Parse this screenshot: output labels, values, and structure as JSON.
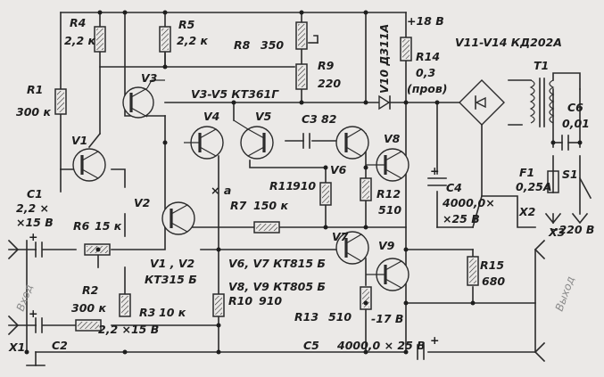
{
  "labels": {
    "r1": "R1",
    "r1_val": "300 к",
    "r4": "R4",
    "r4_val": "2,2 к",
    "r5": "R5",
    "r5_val": "2,2 к",
    "r8": "R8",
    "r8_val": "350",
    "r9": "R9",
    "r9_val": "220",
    "v3": "V3",
    "v3v5_type": "V3-V5  КТ361Г",
    "v4": "V4",
    "v5": "V5",
    "c3": "C3",
    "c3_val": "82",
    "v10": "V10 Д311А",
    "vplus": "+18 В",
    "r14": "R14",
    "r14_val": "0,3",
    "r14_note": "(пров)",
    "v11v14": "V11-V14  КД202А",
    "t1": "T1",
    "c6": "C6",
    "c6_val": "0,01",
    "v1": "V1",
    "v8": "V8",
    "v6": "V6",
    "r11": "R11",
    "r11_val": "910",
    "r12": "R12",
    "r12_val": "510",
    "c4": "C4",
    "c4_val1": "4000,0×",
    "c4_val2": "×25 В",
    "f1": "F1",
    "f1_val": "0,25А",
    "s1": "S1",
    "c1": "C1",
    "c1_val1": "2,2 ×",
    "c1_val2": "×15 В",
    "v2": "V2",
    "pt_a": "× а",
    "r7": "R7",
    "r7_val": "150 к",
    "r6": "R6",
    "r6_val": "15 к",
    "x2": "X2",
    "x3": "X3",
    "mains": "~220 В",
    "v1v2_type": "V1 , V2",
    "v1v2_model": "КТ315 Б",
    "v7": "V7",
    "v9": "V9",
    "v6v7_type": "V6, V7   КТ815 Б",
    "v8v9_type": "V8, V9   КТ805 Б",
    "r15": "R15",
    "r15_val": "680",
    "r2": "R2",
    "r2_val": "300 к",
    "r3": "R3",
    "r3_val": "10 к",
    "r10": "R10",
    "r10_val": "910",
    "r13": "R13",
    "r13_val": "510",
    "vminus": "-17 В",
    "input": "Вход",
    "output": "Выход",
    "x1": "X1",
    "c2": "C2",
    "c2_val": "2,2 ×15 В",
    "c5": "C5",
    "c5_val": "4000,0 × 25 В",
    "plus": "+"
  }
}
